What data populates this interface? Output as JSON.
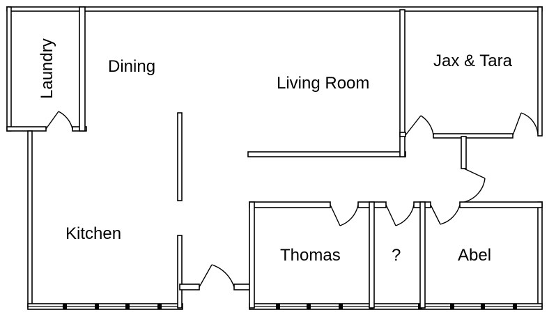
{
  "rooms": {
    "laundry": "Laundry",
    "dining": "Dining",
    "living_room": "Living Room",
    "jax_tara": "Jax & Tara",
    "kitchen": "Kitchen",
    "thomas": "Thomas",
    "closet": "?",
    "abel": "Abel"
  },
  "colors": {
    "wall": "#000000",
    "background": "#ffffff"
  }
}
